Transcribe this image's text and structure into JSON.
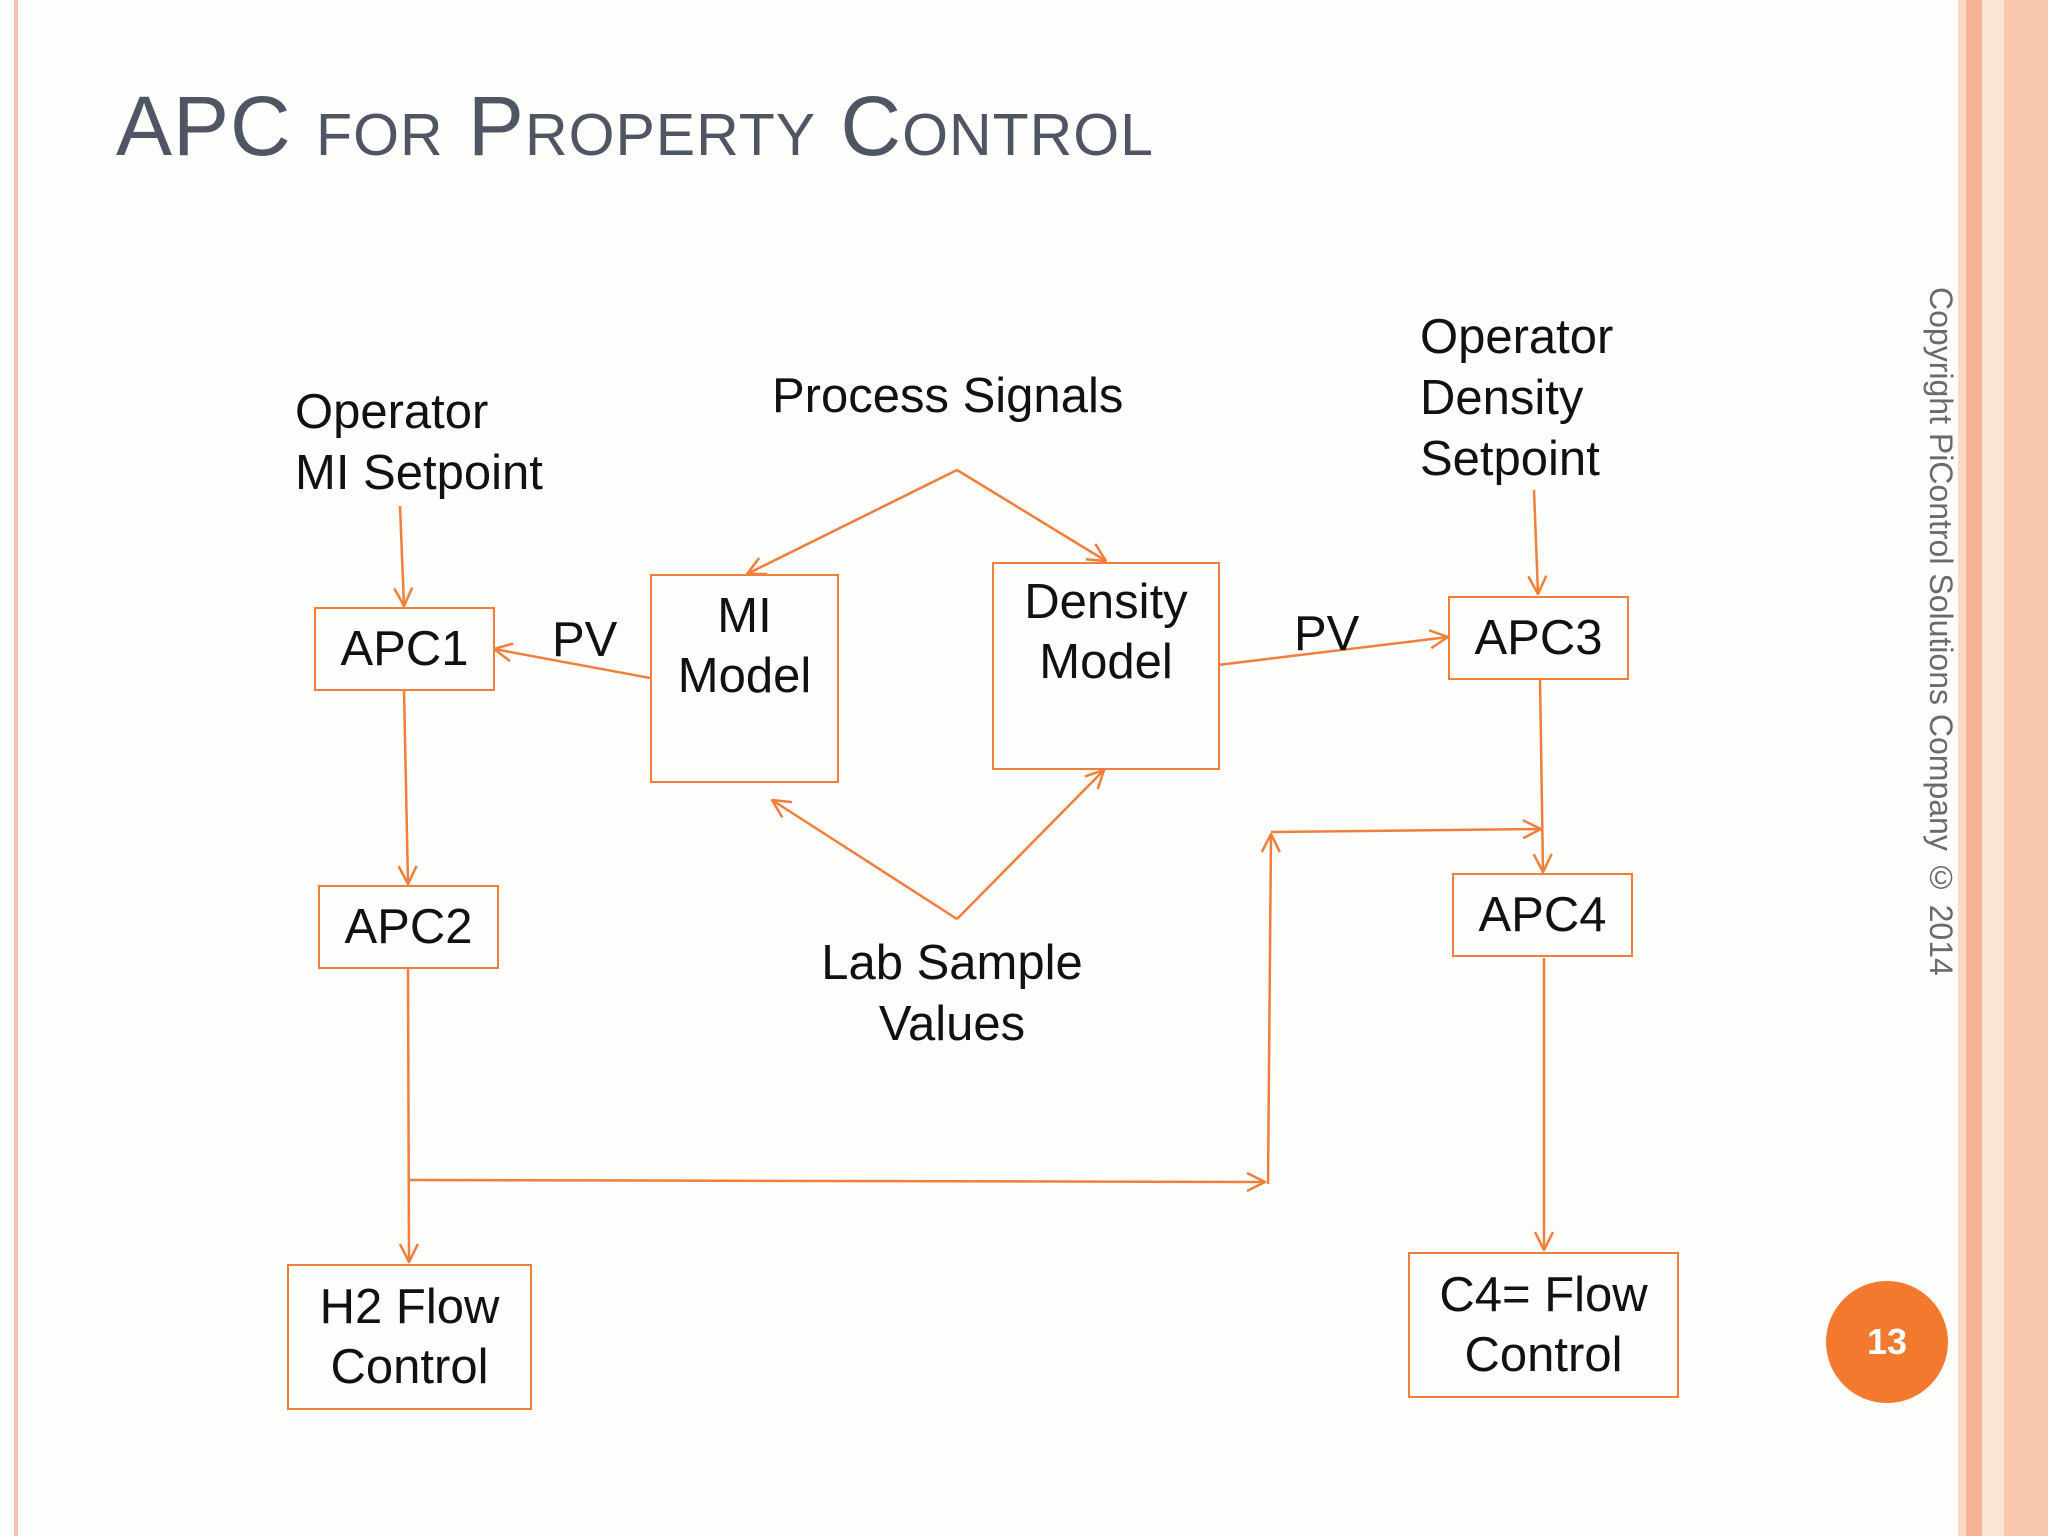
{
  "title": "APC for Property Control",
  "colors": {
    "accent": "#ef7f3b",
    "badge": "#f3792e",
    "title_text": "#505563",
    "border_stripe": "#f8c2a8"
  },
  "labels": {
    "operator_mi_setpoint_line1": "Operator",
    "operator_mi_setpoint_line2": "MI Setpoint",
    "process_signals": "Process Signals",
    "operator_density_line1": "Operator",
    "operator_density_line2": "Density",
    "operator_density_line3": "Setpoint",
    "pv_left": "PV",
    "pv_right": "PV",
    "lab_sample_line1": "Lab Sample",
    "lab_sample_line2": "Values"
  },
  "boxes": {
    "apc1": "APC1",
    "apc2": "APC2",
    "apc3": "APC3",
    "apc4": "APC4",
    "mi_model_line1": "MI",
    "mi_model_line2": "Model",
    "density_model_line1": "Density",
    "density_model_line2": "Model",
    "h2_flow_line1": "H2 Flow",
    "h2_flow_line2": "Control",
    "c4_flow_line1": "C4= Flow",
    "c4_flow_line2": "Control"
  },
  "copyright": "Copyright PiControl Solutions Company © 2014",
  "page_number": "13"
}
